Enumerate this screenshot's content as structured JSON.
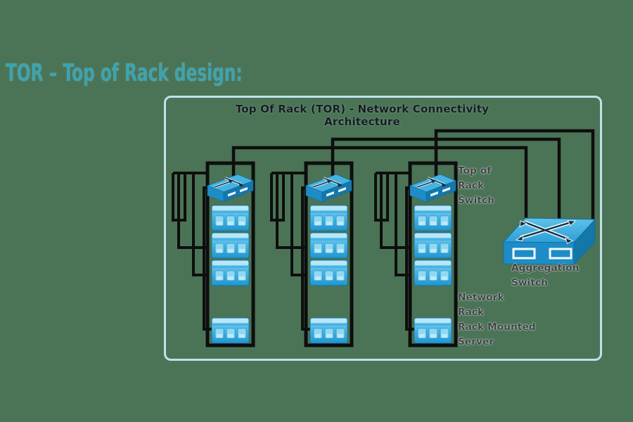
{
  "page": {
    "background_color": "#4B7456"
  },
  "heading": {
    "text": "TOR – Top of Rack design:",
    "color": "#3FA3AF"
  },
  "diagram": {
    "title": "Top Of Rack (TOR) - Network Connectivity Architecture",
    "container_border_color": "#BFE2EA",
    "cable_color": "#0E0E0E",
    "device_blue": "#2D9FD8",
    "labels": {
      "top_of_rack_switch": "Top of Rack Switch",
      "aggregation_switch": "Aggregation Switch",
      "network_rack": "Network Rack",
      "rack_mounted_server": "Rack Mounted Server"
    },
    "racks": [
      {
        "id": "rack-1",
        "top_switch": "Top of Rack Switch",
        "server_count": 4
      },
      {
        "id": "rack-2",
        "top_switch": "Top of Rack Switch",
        "server_count": 4
      },
      {
        "id": "rack-3",
        "top_switch": "Top of Rack Switch",
        "server_count": 4
      }
    ],
    "aggregation_switch": {
      "label": "Aggregation Switch",
      "uplinks_from_racks": 3
    }
  }
}
